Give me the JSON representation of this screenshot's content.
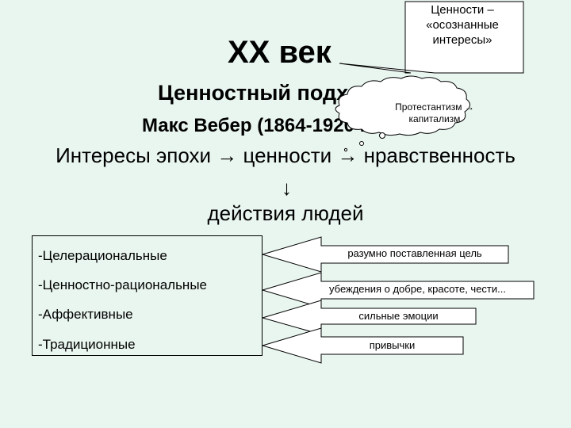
{
  "heading": {
    "title": "XX век",
    "approach": "Ценностный подход",
    "author": "Макс Вебер (1864-1920 гг.)",
    "chain": "Интересы эпохи → ценности → нравственность",
    "arrow": "↓",
    "result": "действия людей"
  },
  "callout": {
    "line1": "Ценности –",
    "line2": "«осознанные",
    "line3": "интересы»"
  },
  "cloud": {
    "line1": "Протестантизм →",
    "line2": "капитализм"
  },
  "types": [
    {
      "label": "-Целерациональные",
      "reason": "разумно поставленная цель"
    },
    {
      "label": "-Ценностно-рациональные",
      "reason": "убеждения о добре, красоте, чести..."
    },
    {
      "label": "-Аффективные",
      "reason": "сильные эмоции"
    },
    {
      "label": "-Традиционные",
      "reason": "привычки"
    }
  ]
}
